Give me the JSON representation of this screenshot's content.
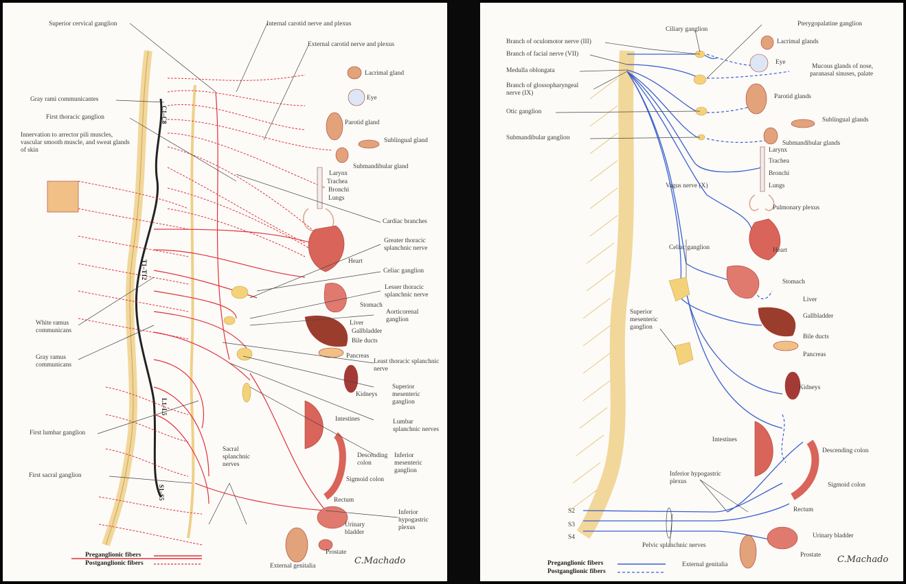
{
  "left": {
    "labels": {
      "superior_cervical_ganglion": "Superior cervical ganglion",
      "internal_carotid": "Internal carotid nerve and plexus",
      "external_carotid": "External carotid nerve and plexus",
      "lacrimal_gland": "Lacrimal gland",
      "eye": "Eye",
      "parotid_gland": "Parotid  gland",
      "sublingual_gland": "Sublingual gland",
      "submandibular_gland": "Submandibular gland",
      "gray_rami": "Gray rami communicantes",
      "first_thoracic_ganglion": "First thoracic ganglion",
      "innervation": "Innervation to arrector pili muscles, vascular smooth muscle, and sweat glands of skin",
      "larynx": "Larynx",
      "trachea": "Trachea",
      "bronchi": "Bronchi",
      "lungs": "Lungs",
      "cardiac_branches": "Cardiac branches",
      "greater_thoracic": "Greater thoracic splanchnic nerve",
      "heart": "Heart",
      "celiac_ganglion": "Celiac ganglion",
      "lesser_thoracic": "Lesser thoracic splanchnic nerve",
      "stomach": "Stomach",
      "aorticorenal": "Aorticorenal ganglion",
      "white_ramus": "White ramus communicans",
      "liver": "Liver",
      "gallbladder": "Gallbladder",
      "bile_ducts": "Bile ducts",
      "gray_ramus": "Gray ramus communicans",
      "pancreas": "Pancreas",
      "least_thoracic": "Least thoracic splanchnic nerve",
      "kidneys": "Kidneys",
      "superior_mesenteric": "Superior mesenteric ganglion",
      "intestines": "Intestines",
      "lumbar_splanchnic": "Lumbar splanchnic nerves",
      "first_lumbar": "First lumbar ganglion",
      "sacral_splanchnic": "Sacral splanchnic nerves",
      "descending_colon": "Descending colon",
      "inferior_mesenteric": "Inferior mesenteric ganglion",
      "first_sacral": "First sacral ganglion",
      "sigmoid_colon": "Sigmoid colon",
      "rectum": "Rectum",
      "inferior_hypogastric": "Inferior hypogastric plexus",
      "urinary_bladder": "Urinary bladder",
      "prostate": "Prostate",
      "external_genitalia": "External genitalia"
    },
    "segments": {
      "c1c8": "C1–C8",
      "t1t12": "T1–T12",
      "l1l5": "L1–L5",
      "s1s5": "S1–S5"
    },
    "legend": {
      "pre": "Preganglionic fibers",
      "post": "Postganglionic fibers"
    },
    "signature": "C.Machado",
    "colors": {
      "fiber": "#e0303a",
      "spine": "#f2d79a",
      "organ": "#d9645a"
    }
  },
  "right": {
    "labels": {
      "oculomotor": "Branch of oculomotor nerve (III)",
      "facial": "Branch of facial nerve (VII)",
      "medulla": "Medulla oblongata",
      "glossopharyngeal": "Branch of glossopharyngeal nerve (IX)",
      "otic": "Otic ganglion",
      "submandibular_ganglion": "Submandibular ganglion",
      "ciliary": "Ciliary ganglion",
      "pterygopalatine": "Pterygopalatine ganglion",
      "lacrimal_glands": "Lacrimal glands",
      "eye": "Eye",
      "mucous_glands": "Mucous glands of nose, paranasal sinuses, palate",
      "parotid_glands": "Parotid glands",
      "sublingual_glands": "Sublingual glands",
      "submandibular_glands": "Submandibular glands",
      "larynx": "Larynx",
      "trachea": "Trachea",
      "bronchi": "Bronchi",
      "lungs": "Lungs",
      "vagus": "Vagus nerve (X)",
      "pulmonary_plexus": "Pulmonary plexus",
      "heart": "Heart",
      "celiac_ganglion": "Celiac ganglion",
      "stomach": "Stomach",
      "liver": "Liver",
      "gallbladder": "Gallbladder",
      "superior_mesenteric": "Superior mesenteric ganglion",
      "bile_ducts": "Bile ducts",
      "pancreas": "Pancreas",
      "kidneys": "Kidneys",
      "intestines": "Intestines",
      "descending_colon": "Descending colon",
      "inferior_hypogastric": "Inferior hypogastric plexus",
      "sigmoid_colon": "Sigmoid colon",
      "rectum": "Rectum",
      "s2": "S2",
      "s3": "S3",
      "s4": "S4",
      "urinary_bladder": "Urinary bladder",
      "pelvic_splanchnic": "Pelvic splanchnic nerves",
      "prostate": "Prostate",
      "external_genitalia": "External genitalia"
    },
    "legend": {
      "pre": "Preganglionic fibers",
      "post": "Postganglionic fibers"
    },
    "signature": "C.Machado",
    "colors": {
      "fiber": "#3a5fcf",
      "spine": "#f2d79a",
      "organ": "#d9645a"
    }
  }
}
